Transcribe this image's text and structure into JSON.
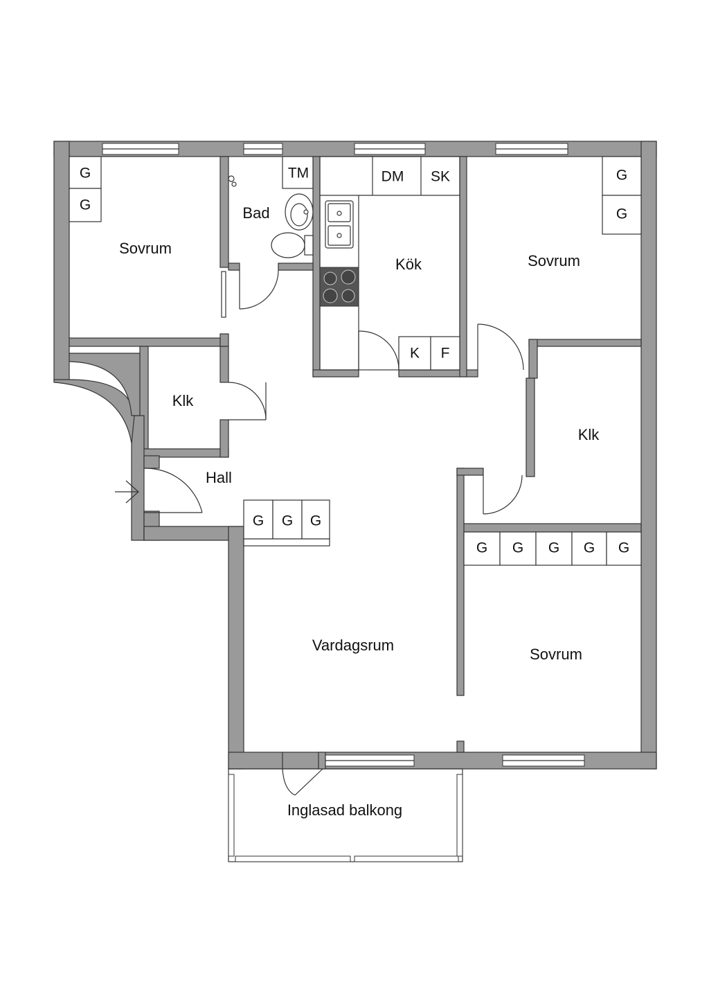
{
  "rooms": {
    "bedroom_1": "Sovrum",
    "bathroom": "Bad",
    "kitchen": "Kök",
    "bedroom_2": "Sovrum",
    "closet_1": "Klk",
    "hall": "Hall",
    "closet_2": "Klk",
    "living_room": "Vardagsrum",
    "bedroom_3": "Sovrum",
    "balcony": "Inglasad balkong"
  },
  "fixtures": {
    "wardrobe": "G",
    "washing_machine": "TM",
    "dishwasher": "DM",
    "cabinet": "SK",
    "fridge": "K",
    "freezer": "F"
  },
  "colors": {
    "wall": "#9a9a9a",
    "line": "#333333",
    "stove": "#555555"
  }
}
